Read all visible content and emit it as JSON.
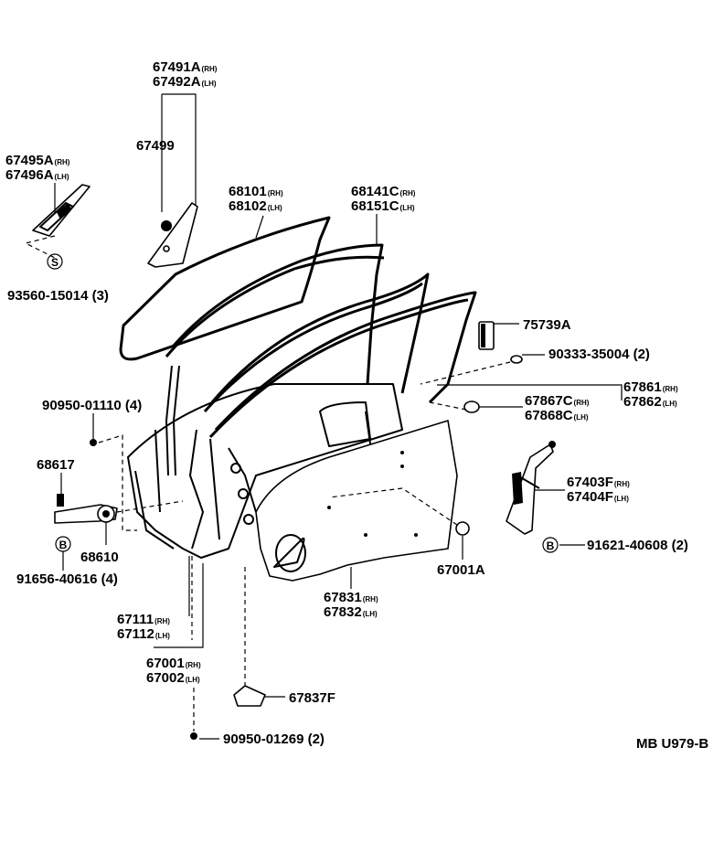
{
  "diagram_code": "MB U979-B",
  "labels": {
    "p67491A": "67491A",
    "p67491A_side": "(RH)",
    "p67492A": "67492A",
    "p67492A_side": "(LH)",
    "p67499": "67499",
    "p67495A": "67495A",
    "p67495A_side": "(RH)",
    "p67496A": "67496A",
    "p67496A_side": "(LH)",
    "p93560": "93560-15014 (3)",
    "p68101": "68101",
    "p68101_side": "(RH)",
    "p68102": "68102",
    "p68102_side": "(LH)",
    "p68141C": "68141C",
    "p68141C_side": "(RH)",
    "p68151C": "68151C",
    "p68151C_side": "(LH)",
    "p75739A": "75739A",
    "p90333": "90333-35004 (2)",
    "p67861": "67861",
    "p67861_side": "(RH)",
    "p67862": "67862",
    "p67862_side": "(LH)",
    "p67867C": "67867C",
    "p67867C_side": "(RH)",
    "p67868C": "67868C",
    "p67868C_side": "(LH)",
    "p90950_01110": "90950-01110 (4)",
    "p68617": "68617",
    "p68610": "68610",
    "p91656": "91656-40616 (4)",
    "p67403F": "67403F",
    "p67403F_side": "(RH)",
    "p67404F": "67404F",
    "p67404F_side": "(LH)",
    "p91621": "91621-40608 (2)",
    "p67001A": "67001A",
    "p67831": "67831",
    "p67831_side": "(RH)",
    "p67832": "67832",
    "p67832_side": "(LH)",
    "p67111": "67111",
    "p67111_side": "(RH)",
    "p67112": "67112",
    "p67112_side": "(LH)",
    "p67001": "67001",
    "p67001_side": "(RH)",
    "p67002": "67002",
    "p67002_side": "(LH)",
    "p67837F": "67837F",
    "p90950_01269": "90950-01269 (2)",
    "marker_S": "S",
    "marker_B1": "B",
    "marker_B2": "B"
  }
}
